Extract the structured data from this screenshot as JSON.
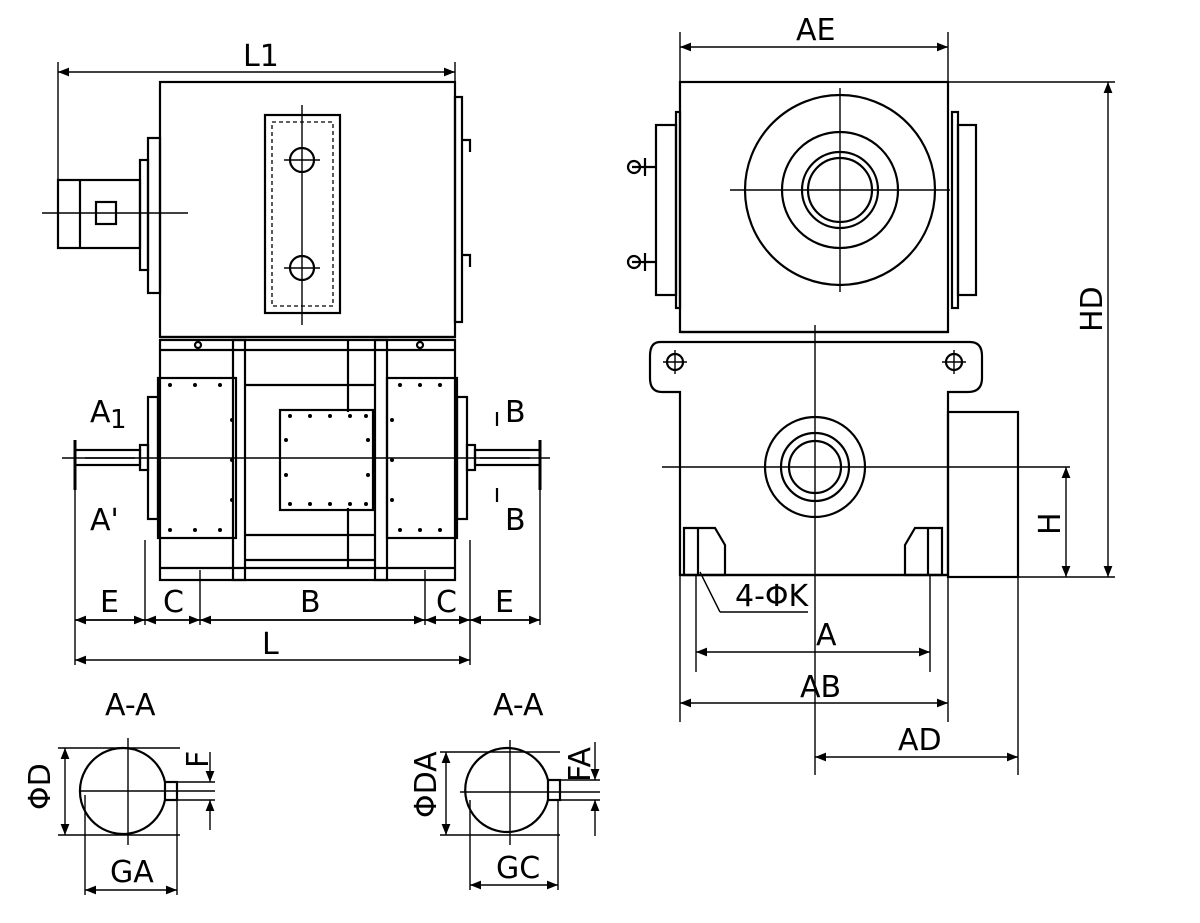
{
  "dimensions": {
    "L1": "L1",
    "L": "L",
    "B": "B",
    "C": "C",
    "E": "E",
    "AE": "AE",
    "HD": "HD",
    "H": "H",
    "A": "A",
    "AB": "AB",
    "AD": "AD",
    "K": "4-ΦK",
    "F": "F",
    "FA": "FA",
    "D": "ΦD",
    "DA": "ΦDA",
    "GA": "GA",
    "GC": "GC"
  },
  "sections": {
    "left_a1": "A",
    "left_a1_sub": "1",
    "left_a2": "A'",
    "right_b1": "B",
    "right_b2": "B",
    "section_left": "A-A",
    "section_right": "A-A"
  }
}
